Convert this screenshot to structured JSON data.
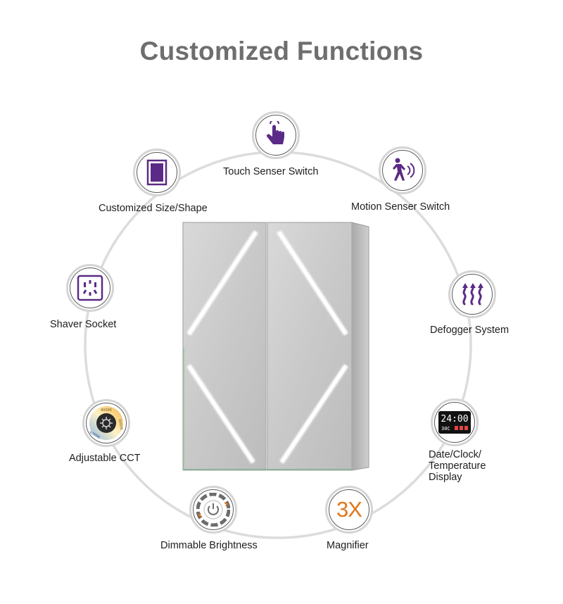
{
  "page": {
    "title": "Customized Functions"
  },
  "colors": {
    "accent_purple": "#5b2a86",
    "magnifier_orange": "#e2761c",
    "title_gray": "#6e6e6e",
    "ring_gray": "#dcdcdc"
  },
  "features": {
    "touch": {
      "label": "Touch Senser Switch",
      "icon": "touch-hand-icon"
    },
    "motion": {
      "label": "Motion Senser Switch",
      "icon": "motion-walker-icon"
    },
    "size": {
      "label": "Customized Size/Shape",
      "icon": "frame-shape-icon"
    },
    "socket": {
      "label": "Shaver Socket",
      "icon": "shaver-socket-icon"
    },
    "defogger": {
      "label": "Defogger System",
      "icon": "heat-waves-icon"
    },
    "cct": {
      "label": "Adjustable CCT",
      "icon": "cct-dial-icon",
      "dial_labels": [
        "3000K",
        "4000K",
        "6000K"
      ]
    },
    "clock": {
      "label": "Date/Clock/\nTemperature\nDisplay",
      "icon": "digital-clock-icon",
      "time": "24:00",
      "temp": "30C"
    },
    "dimmable": {
      "label": "Dimmable Brightness",
      "icon": "dimmer-power-icon"
    },
    "magnifier": {
      "label": "Magnifier",
      "icon": "magnifier-3x-icon",
      "text": "3X"
    }
  }
}
